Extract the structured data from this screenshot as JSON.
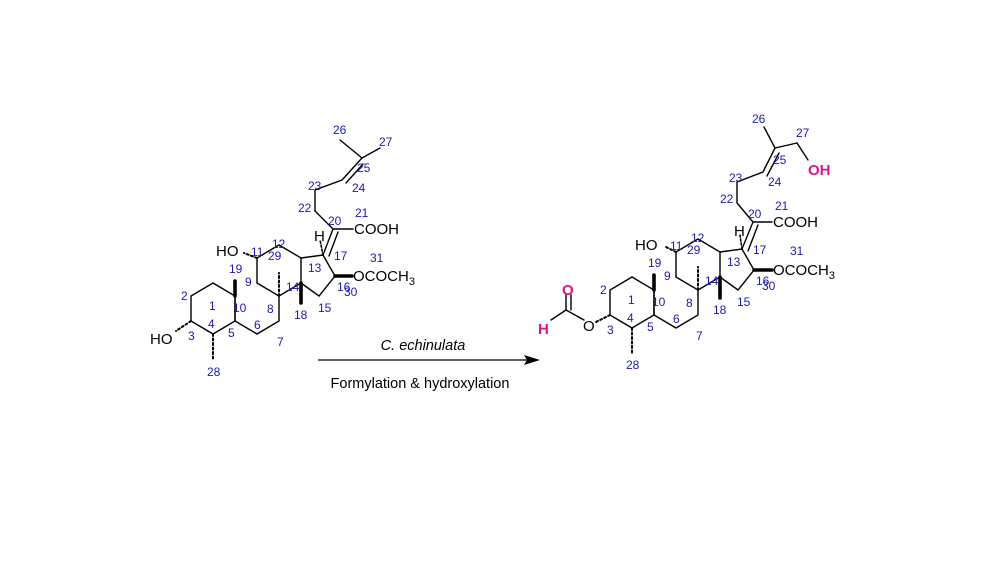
{
  "colors": {
    "bond": "#000000",
    "atom_label": "#000000",
    "locant": "#1a1ab4",
    "highlight": "#e0157f",
    "background": "#ffffff"
  },
  "reaction": {
    "reagent": "C. echinulata",
    "conditions": "Formylation & hydroxylation",
    "arrow_icon": "right-arrow"
  },
  "reactant": {
    "labels": {
      "oh3": "HO",
      "oh11": "HO",
      "cooh": "COOH",
      "ester": "OCOCH",
      "ester_sub": "3",
      "h13": "H"
    },
    "locants": {
      "n1": "1",
      "n2": "2",
      "n3": "3",
      "n4": "4",
      "n5": "5",
      "n6": "6",
      "n7": "7",
      "n8": "8",
      "n9": "9",
      "n10": "10",
      "n11": "11",
      "n12": "12",
      "n13": "13",
      "n14": "14",
      "n15": "15",
      "n16": "16",
      "n17": "17",
      "n18": "18",
      "n19": "19",
      "n20": "20",
      "n21": "21",
      "n22": "22",
      "n23": "23",
      "n24": "24",
      "n25": "25",
      "n26": "26",
      "n27": "27",
      "n28": "28",
      "n29": "29",
      "n30": "30",
      "n31": "31"
    }
  },
  "product": {
    "labels": {
      "formyl_h": "H",
      "formyl_o": "O",
      "o3": "O",
      "oh11": "HO",
      "cooh": "COOH",
      "ester": "OCOCH",
      "ester_sub": "3",
      "h13": "H",
      "oh27": "OH"
    },
    "locants": {
      "n1": "1",
      "n2": "2",
      "n3": "3",
      "n4": "4",
      "n5": "5",
      "n6": "6",
      "n7": "7",
      "n8": "8",
      "n9": "9",
      "n10": "10",
      "n11": "11",
      "n12": "12",
      "n13": "13",
      "n14": "14",
      "n15": "15",
      "n16": "16",
      "n17": "17",
      "n18": "18",
      "n19": "19",
      "n20": "20",
      "n21": "21",
      "n22": "22",
      "n23": "23",
      "n24": "24",
      "n25": "25",
      "n26": "26",
      "n27": "27",
      "n28": "28",
      "n29": "29",
      "n30": "30",
      "n31": "31"
    }
  }
}
